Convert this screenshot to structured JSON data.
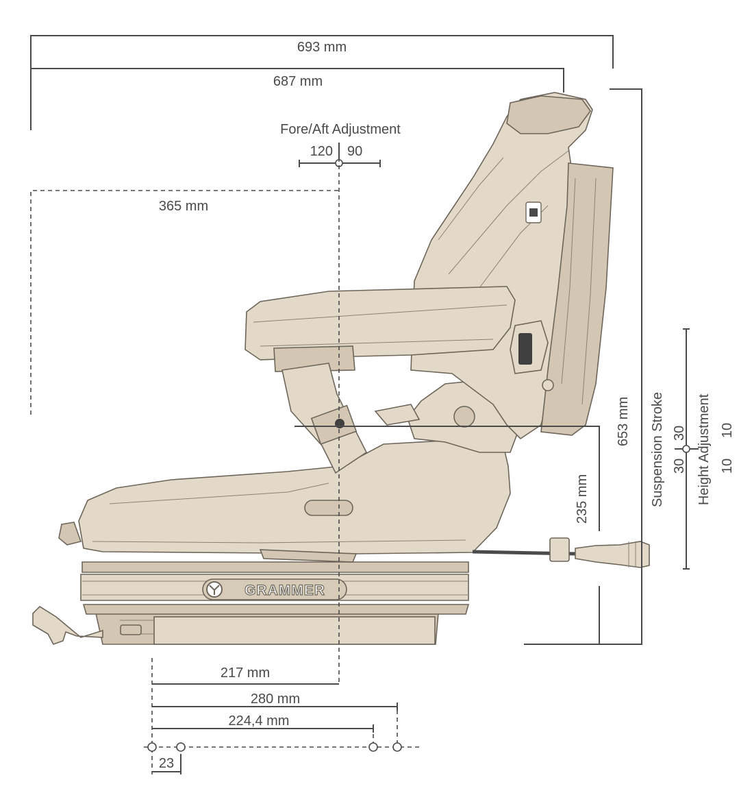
{
  "dimensions": {
    "overall_length": "693 mm",
    "seat_length": "687 mm",
    "fore_aft_title": "Fore/Aft Adjustment",
    "fore_aft_back": "120",
    "fore_aft_front": "90",
    "cushion_depth": "365 mm",
    "total_height": "653 mm",
    "cushion_height": "235 mm",
    "suspension_title": "Suspension Stroke",
    "suspension_up": "30",
    "suspension_down": "30",
    "height_adj_title": "Height Adjustment",
    "height_adj_up": "10",
    "height_adj_down": "10",
    "mount_a": "217 mm",
    "mount_b": "280 mm",
    "mount_c": "224,4 mm",
    "mount_d": "23"
  },
  "brand": {
    "logo_text": "GRAMMER"
  },
  "colors": {
    "seat": "#e2d9c9",
    "outline": "#6d655a",
    "dimension": "#4a4a4a"
  }
}
